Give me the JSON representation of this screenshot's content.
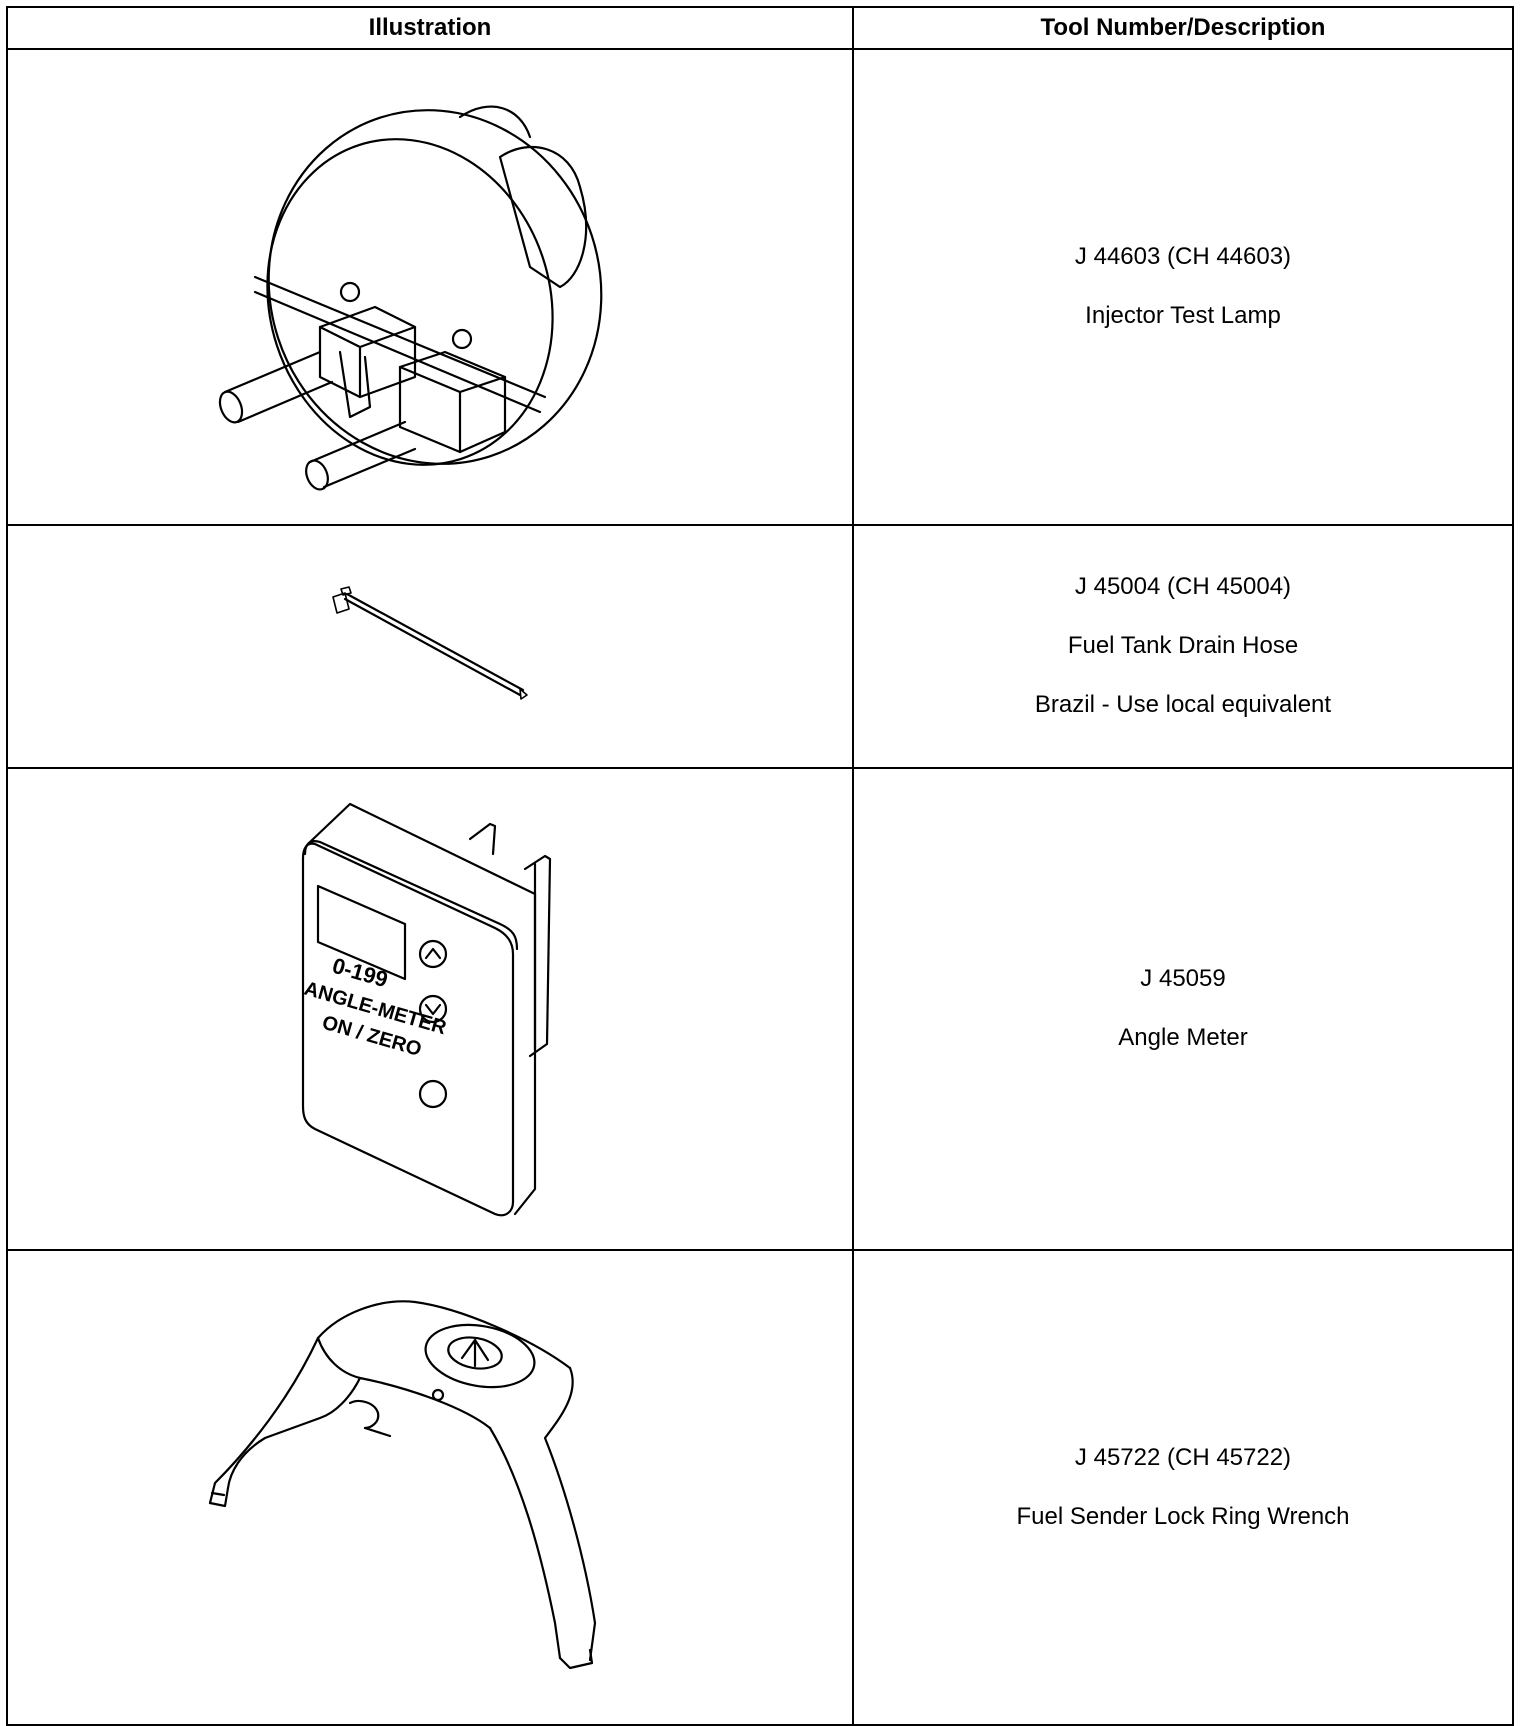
{
  "table": {
    "headers": {
      "illustration": "Illustration",
      "tool": "Tool Number/Description"
    },
    "rows": [
      {
        "lines": [
          "J 44603 (CH 44603)",
          "Injector Test Lamp"
        ]
      },
      {
        "lines": [
          "J 45004 (CH 45004)",
          "Fuel Tank Drain Hose",
          "Brazil - Use local equivalent"
        ]
      },
      {
        "lines": [
          "J 45059",
          "Angle Meter"
        ]
      },
      {
        "lines": [
          "J 45722 (CH 45722)",
          "Fuel Sender Lock Ring Wrench"
        ]
      }
    ]
  },
  "angle_meter_labels": {
    "range": "0-199",
    "name": "ANGLE-METER",
    "button": "ON / ZERO"
  }
}
